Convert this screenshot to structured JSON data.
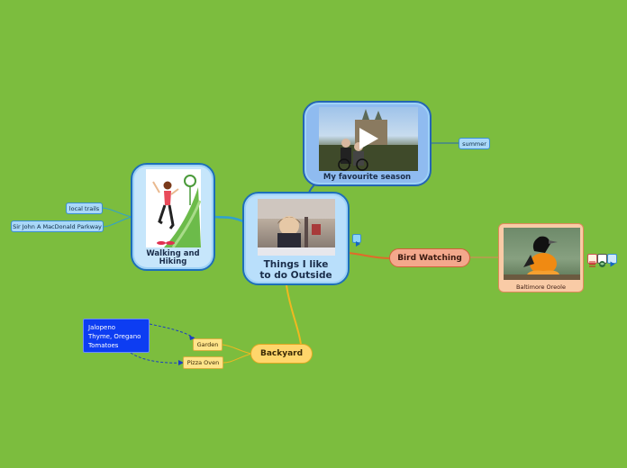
{
  "central": {
    "title_line1": "Things I like",
    "title_line2": "to do Outside"
  },
  "topics": {
    "season": {
      "label": "My favourite season",
      "child": "summer"
    },
    "hiking": {
      "label_line1": "Walking and",
      "label_line2": "Hiking",
      "children": [
        "local trails",
        "Sir John A MacDonald Parkway"
      ]
    },
    "birds": {
      "label": "Bird Watching",
      "card_caption": "Baltimore Oreole"
    },
    "backyard": {
      "label": "Backyard",
      "children": [
        "Garden",
        "Pizza Oven"
      ],
      "note_lines": [
        "Jalopeno",
        "Thyme, Oregano",
        "Tomatoes"
      ]
    }
  },
  "icons": [
    "play-icon",
    "expand-arrow-icon",
    "notes-icon",
    "link-icon",
    "expand-arrow-icon"
  ],
  "colors": {
    "background": "#7cbd3e",
    "hiking_link": "#2fa0d0",
    "season_link": "#2465b4",
    "birds_link": "#e06a2a",
    "backyard_link": "#f0b820"
  }
}
